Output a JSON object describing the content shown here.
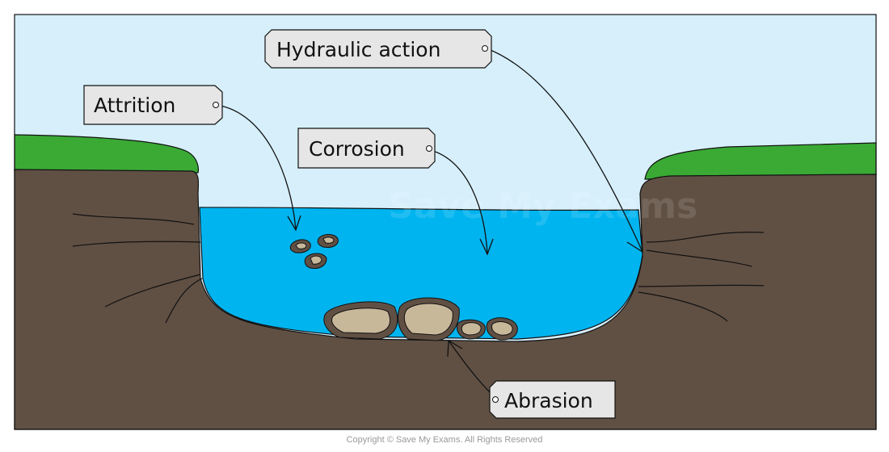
{
  "labels": {
    "hydraulic_action": "Hydraulic action",
    "attrition": "Attrition",
    "corrosion": "Corrosion",
    "abrasion": "Abrasion"
  },
  "watermark": "Save My Exams",
  "copyright": "Copyright © Save My Exams. All Rights Reserved",
  "colors": {
    "sky": "#d6effb",
    "water": "#00b4ef",
    "ground": "#605044",
    "grass": "#3aaa35",
    "rock": "#c8b89a",
    "label_box": "#e6e6e6"
  }
}
